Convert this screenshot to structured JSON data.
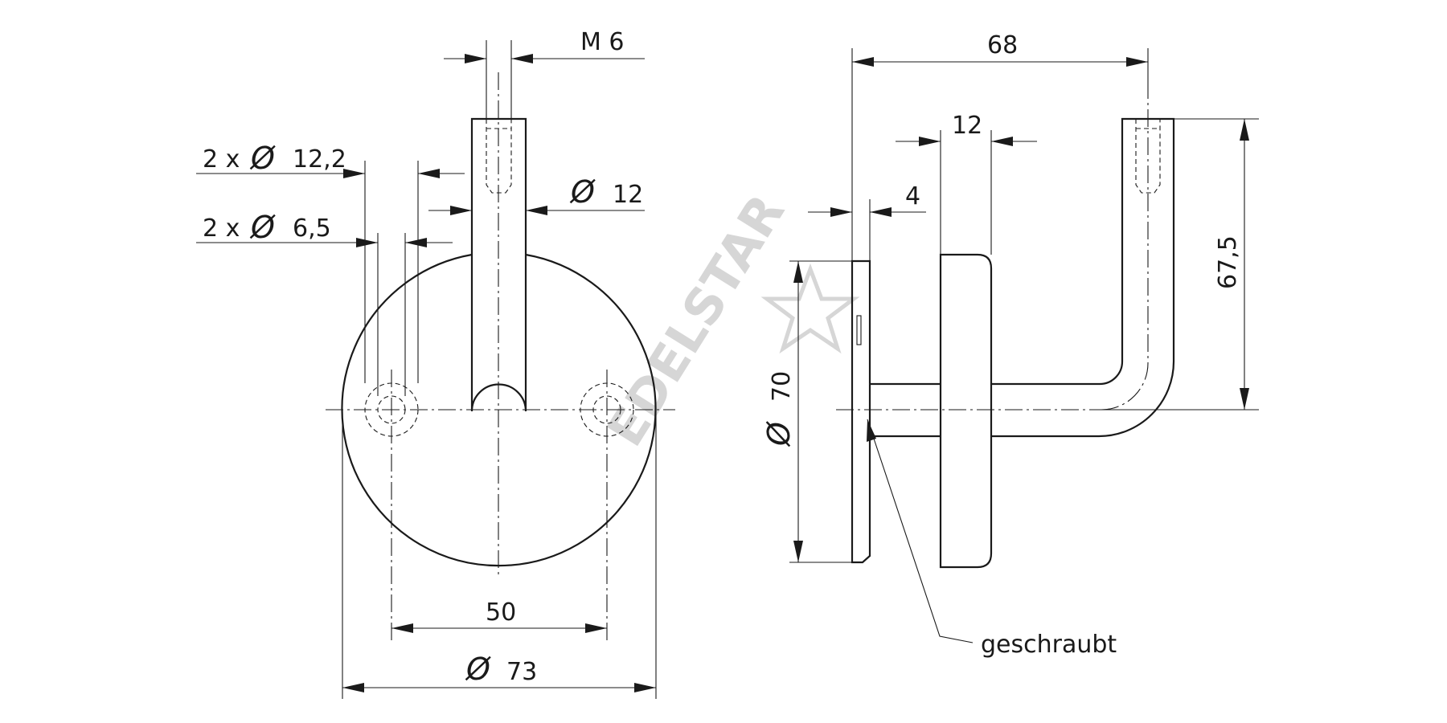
{
  "front_view": {
    "thread_label": "M 6",
    "hole_outer_count": "2 x",
    "hole_outer_symbol": "Ø",
    "hole_outer_value": "12,2",
    "hole_inner_count": "2 x",
    "hole_inner_symbol": "Ø",
    "hole_inner_value": "6,5",
    "rod_diameter_symbol": "Ø",
    "rod_diameter_value": "12",
    "hole_spacing": "50",
    "plate_diameter_symbol": "Ø",
    "plate_diameter_value": "73"
  },
  "side_view": {
    "overall_depth": "68",
    "disc_thickness": "12",
    "plate_thickness": "4",
    "height": "67,5",
    "plate_diameter_symbol": "Ø",
    "plate_diameter_value": "70",
    "screwed_note": "geschraubt"
  },
  "watermark": {
    "text": "EDELSTAR"
  }
}
